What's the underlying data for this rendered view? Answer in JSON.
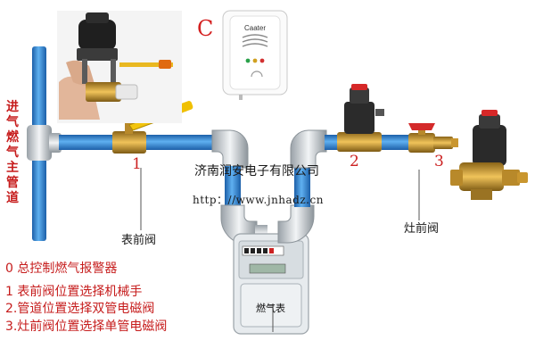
{
  "main_pipe_label": "进气燃气主管道",
  "letter_c": "C",
  "detector_brand": "Caater",
  "valve_numbers": [
    "1",
    "2",
    "3"
  ],
  "company_name": "济南润安电子有限公司",
  "website": "http：//www.jnhadz.cn",
  "meter_valve_label": "表前阀",
  "stove_valve_label": "灶前阀",
  "meter_label": "燃气表",
  "legend": [
    "0 总控制燃气报警器",
    "1 表前阀位置选择机械手",
    "2.管道位置选择双管电磁阀",
    "3.灶前阀位置选择单管电磁阀"
  ],
  "colors": {
    "pipe_blue": "#2f86d6",
    "fitting_silver": "#cfd4d8",
    "brass": "#c8952e",
    "label_red": "#c61c1c"
  }
}
